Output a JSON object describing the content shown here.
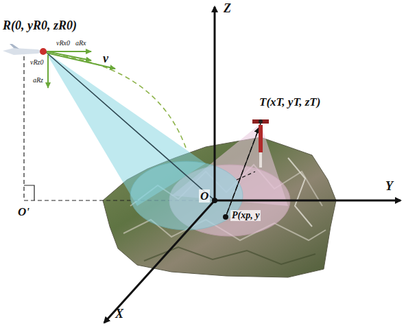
{
  "diagram": {
    "labels": [
      "R(0, yR0, zR0)",
      "vRx0",
      "aRx",
      "v",
      "vRz0",
      "aRz",
      "Z",
      "T(xT, yT, zT)",
      "Y",
      "O'",
      "O",
      "P(xp, y",
      "X"
    ]
  }
}
